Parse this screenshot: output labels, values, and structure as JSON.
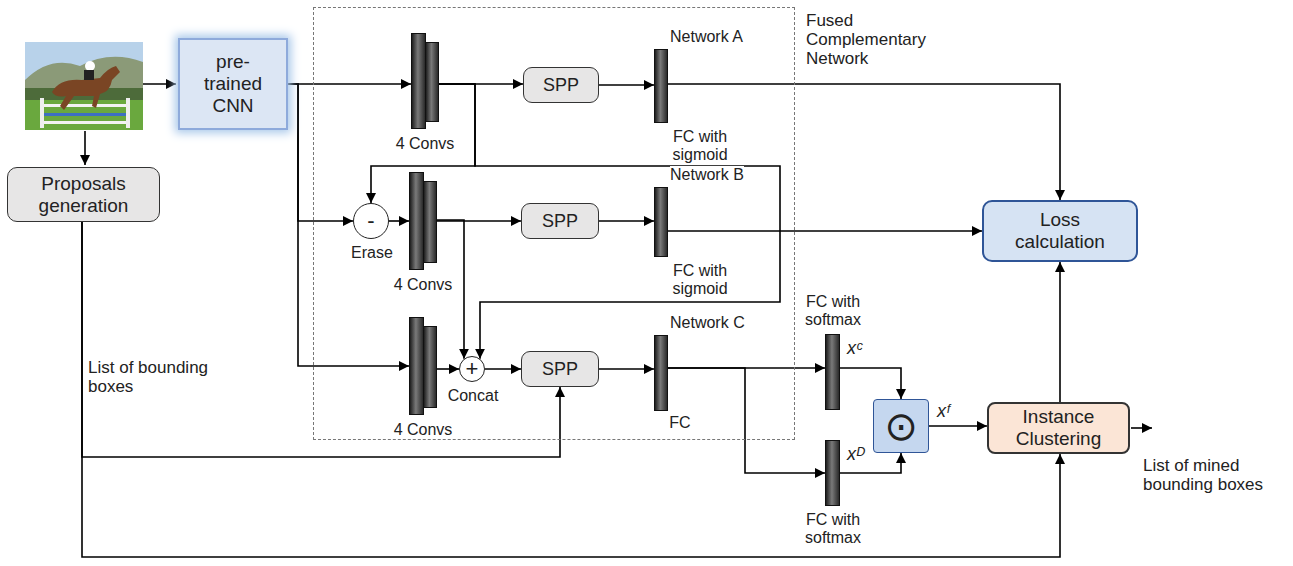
{
  "diagram": {
    "nodes": [
      {
        "text": [
          "pre-trained CNN"
        ]
      },
      {
        "text": [
          "Proposals generation"
        ]
      },
      {
        "text": [
          "Fused Complementary Network"
        ]
      },
      {
        "text": [
          "4 Convs"
        ],
        "in": 2
      },
      {
        "text": [
          "SPP"
        ],
        "in": 2
      },
      {
        "text": [
          "FC with sigmoid"
        ],
        "in": 2
      },
      {
        "text": [
          "-",
          "Erase"
        ],
        "in": 2
      },
      {
        "text": [
          "4 Convs"
        ],
        "in": 2
      },
      {
        "text": [
          "SPP"
        ],
        "in": 2
      },
      {
        "text": [
          "FC with sigmoid"
        ],
        "in": 2
      },
      {
        "text": [
          "4 Convs"
        ],
        "in": 2
      },
      {
        "text": [
          "+",
          "Concat"
        ],
        "in": 2
      },
      {
        "text": [
          "SPP"
        ],
        "in": 2
      },
      {
        "text": [
          "FC"
        ],
        "in": 2
      },
      {
        "text": [
          "FC with softmax"
        ]
      },
      {
        "text": [
          "FC with softmax"
        ]
      },
      {
        "text": [
          "⊙"
        ]
      },
      {
        "text": [
          "Loss calculation"
        ]
      },
      {
        "text": [
          "Instance Clustering"
        ]
      }
    ],
    "edges": [
      {
        "from": 0,
        "to": 3,
        "arrow": "to"
      },
      {
        "from": 0,
        "to": 6,
        "arrow": "to"
      },
      {
        "from": 0,
        "to": 10,
        "arrow": "to"
      },
      {
        "from": 3,
        "to": 4,
        "arrow": "to"
      },
      {
        "from": 3,
        "to": 6,
        "arrow": "to"
      },
      {
        "from": 3,
        "to": 11,
        "arrow": "to"
      },
      {
        "from": 6,
        "to": 7,
        "arrow": "to"
      },
      {
        "from": 7,
        "to": 8,
        "arrow": "to"
      },
      {
        "from": 7,
        "to": 11,
        "arrow": "to"
      },
      {
        "from": 10,
        "to": 11,
        "arrow": "to"
      },
      {
        "from": 11,
        "to": 12,
        "arrow": "to"
      },
      {
        "from": 1,
        "to": 12,
        "label": "List of bounding boxes",
        "arrow": "to"
      },
      {
        "from": 1,
        "to": 18,
        "arrow": "to"
      },
      {
        "from": 4,
        "to": 5,
        "arrow": "to"
      },
      {
        "from": 8,
        "to": 9,
        "arrow": "to"
      },
      {
        "from": 12,
        "to": 13,
        "arrow": "to"
      },
      {
        "from": 5,
        "to": 17,
        "arrow": "to"
      },
      {
        "from": 9,
        "to": 17,
        "arrow": "to"
      },
      {
        "from": 13,
        "to": 14,
        "arrow": "to"
      },
      {
        "from": 13,
        "to": 15,
        "arrow": "to"
      },
      {
        "from": 14,
        "to": 16,
        "arrow": "to"
      },
      {
        "from": 15,
        "to": 16,
        "arrow": "to"
      },
      {
        "from": 16,
        "to": 18,
        "label": "xᶠ",
        "arrow": "to"
      },
      {
        "from": 18,
        "to": 17,
        "arrow": "to"
      }
    ],
    "labels": [
      "Network A",
      "Network B",
      "Network C",
      "xᶜ",
      "xᴰ",
      "List of mined bounding boxes"
    ]
  }
}
